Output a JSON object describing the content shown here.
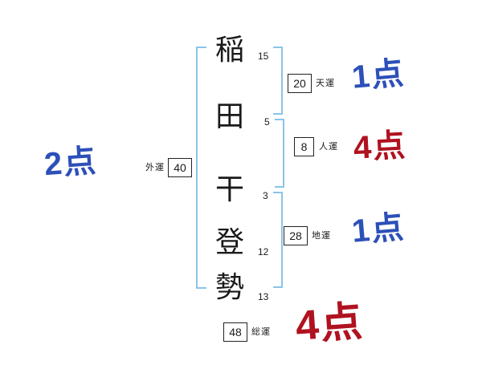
{
  "name_chars": [
    {
      "char": "稲",
      "strokes": "15"
    },
    {
      "char": "田",
      "strokes": "5"
    },
    {
      "char": "干",
      "strokes": "3"
    },
    {
      "char": "登",
      "strokes": "12"
    },
    {
      "char": "勢",
      "strokes": "13"
    }
  ],
  "fortunes": {
    "heaven": {
      "value": "20",
      "label": "天運",
      "score": "1点"
    },
    "person": {
      "value": "8",
      "label": "人運",
      "score": "4点"
    },
    "earth": {
      "value": "28",
      "label": "地運",
      "score": "1点"
    },
    "outer": {
      "value": "40",
      "label": "外運",
      "score": "2点"
    },
    "total": {
      "value": "48",
      "label": "総運",
      "score": "4点"
    }
  },
  "colors": {
    "score_blue": "#2d50b8",
    "score_red": "#b01220",
    "bracket_blue": "#8ac4e8"
  }
}
